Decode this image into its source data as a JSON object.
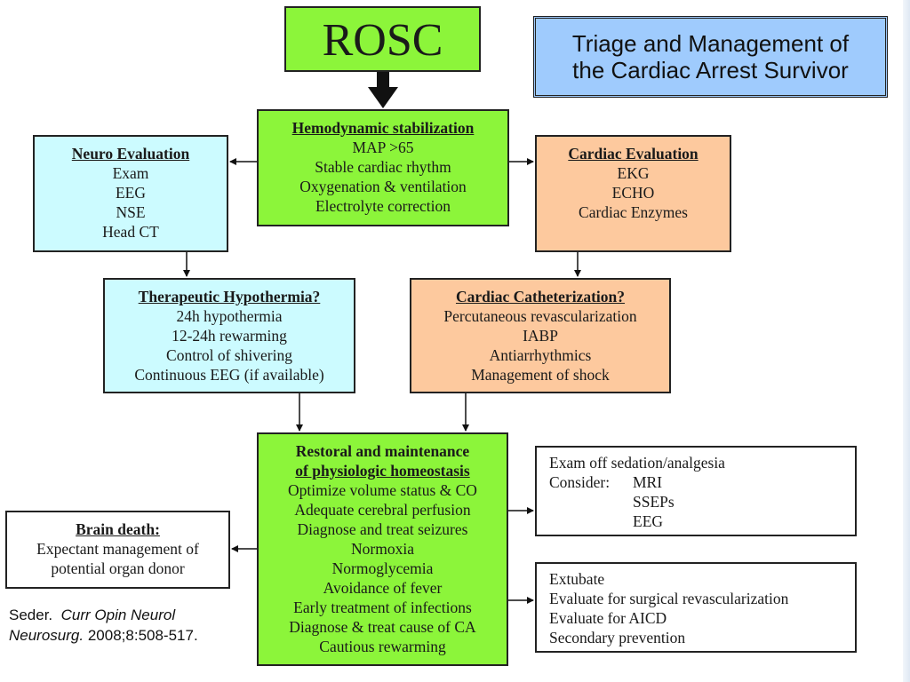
{
  "title": {
    "line1": "Triage and Management of",
    "line2": "the Cardiac Arrest Survivor"
  },
  "colors": {
    "green_box": "#8cf53a",
    "cyan_box": "#ccfbff",
    "peach_box": "#fdc99e",
    "title_box": "#9fcbfd"
  },
  "rosc": {
    "label": "ROSC"
  },
  "hemodynamic": {
    "header": "Hemodynamic stabilization",
    "items": [
      "MAP >65",
      "Stable cardiac rhythm",
      "Oxygenation & ventilation",
      "Electrolyte correction"
    ]
  },
  "neuro_eval": {
    "header": "Neuro Evaluation",
    "items": [
      "Exam",
      "EEG",
      "NSE",
      "Head CT"
    ]
  },
  "cardiac_eval": {
    "header": "Cardiac Evaluation",
    "items": [
      "EKG",
      "ECHO",
      "Cardiac Enzymes"
    ]
  },
  "hypothermia": {
    "header": "Therapeutic Hypothermia?",
    "items": [
      "24h hypothermia",
      "12-24h rewarming",
      "Control of shivering",
      "Continuous EEG (if available)"
    ]
  },
  "catheterization": {
    "header": "Cardiac Catheterization?",
    "items": [
      "Percutaneous revascularization",
      "IABP",
      "Antiarrhythmics",
      "Management of shock"
    ]
  },
  "restoral": {
    "header_line1": "Restoral and maintenance",
    "header_line2": "of physiologic homeostasis",
    "items": [
      "Optimize volume status & CO",
      "Adequate cerebral perfusion",
      "Diagnose and treat seizures",
      "Normoxia",
      "Normoglycemia",
      "Avoidance of fever",
      "Early treatment of infections",
      "Diagnose & treat cause of CA",
      "Cautious rewarming"
    ]
  },
  "brain_death": {
    "header": "Brain death:",
    "items": [
      "Expectant management of",
      "potential organ donor"
    ]
  },
  "neuro_followup": {
    "line1": "Exam off sedation/analgesia",
    "consider_label": "Consider:",
    "consider_items": [
      "MRI",
      "SSEPs",
      "EEG"
    ]
  },
  "cardiac_followup": {
    "items": [
      "Extubate",
      "Evaluate for surgical revascularization",
      "Evaluate for AICD",
      "Secondary prevention"
    ]
  },
  "citation": {
    "author": "Seder.",
    "journal_part1": "Curr Opin Neurol",
    "journal_part2": "Neurosurg.",
    "ref": "2008;8:508-517."
  }
}
